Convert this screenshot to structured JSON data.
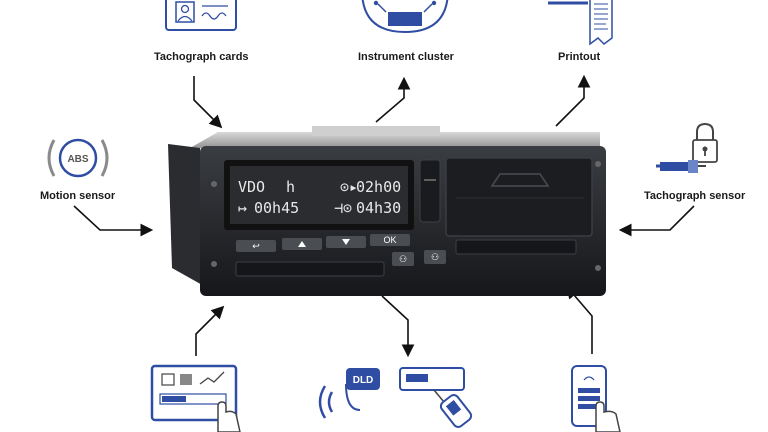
{
  "labels": {
    "tachograph_cards": "Tachograph cards",
    "instrument_cluster": "Instrument cluster",
    "printout": "Printout",
    "motion_sensor": "Motion sensor",
    "tachograph_sensor": "Tachograph sensor"
  },
  "device": {
    "display_line1_left": "VDO",
    "display_line1_mid": "h",
    "display_line1_right": "02h00",
    "display_line2_left": "00h45",
    "display_line2_right": "04h30",
    "ok_button": "OK"
  },
  "icons": {
    "abs_text": "ABS",
    "dld_text": "DLD"
  },
  "colors": {
    "accent_blue": "#2f4da3",
    "device_body": "#222427",
    "display_bg": "#2a2c30"
  }
}
